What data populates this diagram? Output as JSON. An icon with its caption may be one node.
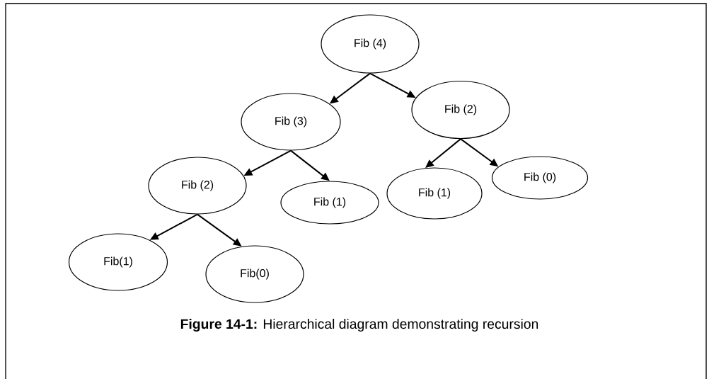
{
  "diagram": {
    "caption": "**Figure 14-1:** Hierarchical diagram demonstrating recursion",
    "nodes": [
      {
        "text": [
          "Fib (4)"
        ]
      },
      {
        "text": [
          "Fib (3)"
        ]
      },
      {
        "text": [
          "Fib (2)"
        ]
      },
      {
        "text": [
          "Fib (2)"
        ]
      },
      {
        "text": [
          "Fib (1)"
        ]
      },
      {
        "text": [
          "Fib (1)"
        ]
      },
      {
        "text": [
          "Fib (0)"
        ]
      },
      {
        "text": [
          "Fib(1)"
        ]
      },
      {
        "text": [
          "Fib(0)"
        ]
      }
    ],
    "edges": [
      {
        "from": 0,
        "to": 1,
        "arrow": "to"
      },
      {
        "from": 0,
        "to": 2,
        "arrow": "to"
      },
      {
        "from": 1,
        "to": 3,
        "arrow": "to"
      },
      {
        "from": 1,
        "to": 4,
        "arrow": "to"
      },
      {
        "from": 2,
        "to": 5,
        "arrow": "to"
      },
      {
        "from": 2,
        "to": 6,
        "arrow": "to"
      },
      {
        "from": 3,
        "to": 7,
        "arrow": "to"
      },
      {
        "from": 3,
        "to": 8,
        "arrow": "to"
      }
    ]
  }
}
